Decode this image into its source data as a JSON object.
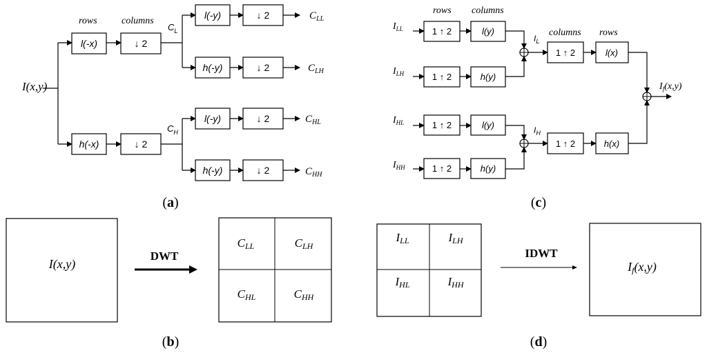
{
  "panel_a": {
    "caption": "(a)",
    "caption_letter": "a",
    "input": "I(x,y)",
    "header_rows": "rows",
    "header_columns": "columns",
    "filter_l_row": "l(-x)",
    "filter_h_row": "h(-x)",
    "down": "↓ 2",
    "c_l": "C",
    "c_l_sub": "L",
    "c_h": "C",
    "c_h_sub": "H",
    "filter_l_col": "l(-y)",
    "filter_h_col": "h(-y)",
    "outputs": [
      {
        "main": "C",
        "sub": "LL"
      },
      {
        "main": "C",
        "sub": "LH"
      },
      {
        "main": "C",
        "sub": "HL"
      },
      {
        "main": "C",
        "sub": "HH"
      }
    ]
  },
  "panel_c": {
    "caption": "(c)",
    "caption_letter": "c",
    "header_rows": "rows",
    "header_columns": "columns",
    "inputs": [
      {
        "main": "I",
        "sub": "LL"
      },
      {
        "main": "I",
        "sub": "LH"
      },
      {
        "main": "I",
        "sub": "HL"
      },
      {
        "main": "I",
        "sub": "HH"
      }
    ],
    "up": "1 ↑ 2",
    "filter_ly": "l(y)",
    "filter_hy": "h(y)",
    "i_l": "I",
    "i_l_sub": "L",
    "i_h": "I",
    "i_h_sub": "H",
    "filter_lx": "l(x)",
    "filter_hx": "h(x)",
    "output": "I",
    "output_sub": "f",
    "output_suffix": "(x,y)"
  },
  "panel_b": {
    "caption": "(b)",
    "caption_letter": "b",
    "image_label": "I(x,y)",
    "arrow_label": "DWT",
    "quadrants": [
      {
        "main": "C",
        "sub": "LL"
      },
      {
        "main": "C",
        "sub": "LH"
      },
      {
        "main": "C",
        "sub": "HL"
      },
      {
        "main": "C",
        "sub": "HH"
      }
    ]
  },
  "panel_d": {
    "caption": "(d)",
    "caption_letter": "d",
    "arrow_label": "IDWT",
    "quadrants": [
      {
        "main": "I",
        "sub": "LL"
      },
      {
        "main": "I",
        "sub": "LH"
      },
      {
        "main": "I",
        "sub": "HL"
      },
      {
        "main": "I",
        "sub": "HH"
      }
    ],
    "result_main": "I",
    "result_sub": "f",
    "result_suffix": "(x,y)"
  }
}
